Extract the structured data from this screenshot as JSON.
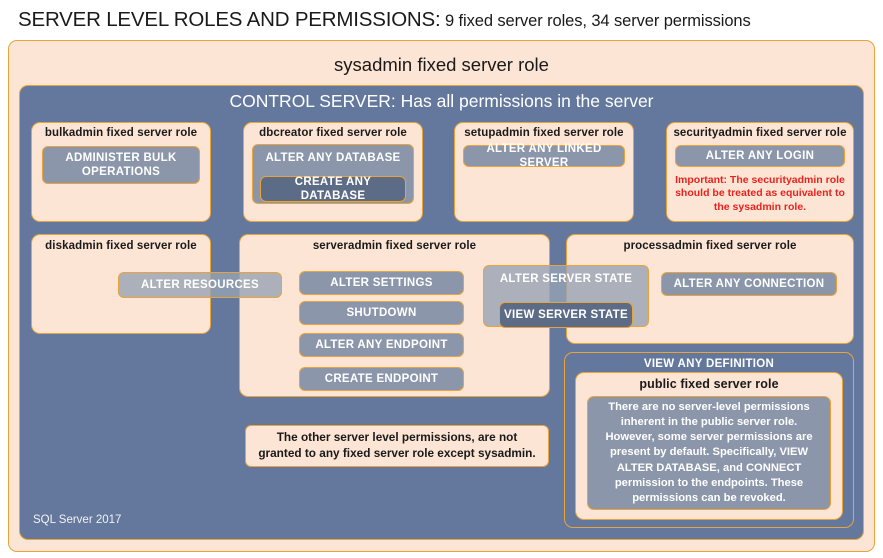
{
  "title": {
    "main": "SERVER LEVEL ROLES AND PERMISSIONS:",
    "sub": " 9 fixed server roles, 34 server permissions"
  },
  "sysadmin": {
    "label": "sysadmin fixed server role"
  },
  "control_server": {
    "label": "CONTROL SERVER: Has all permissions in the server"
  },
  "footer": {
    "text": "SQL Server 2017"
  },
  "roles": {
    "bulkadmin": {
      "label": "bulkadmin fixed server role",
      "permissions": [
        {
          "name": "ADMINISTER  BULK OPERATIONS"
        }
      ]
    },
    "dbcreator": {
      "label": "dbcreator fixed server role",
      "permissions": [
        {
          "name": "ALTER ANY DATABASE"
        },
        {
          "name": "CREATE  ANY DATABASE"
        }
      ]
    },
    "setupadmin": {
      "label": "setupadmin fixed server role",
      "permissions": [
        {
          "name": "ALTER ANY LINKED SERVER"
        }
      ]
    },
    "securityadmin": {
      "label": "securityadmin fixed server role",
      "permissions": [
        {
          "name": "ALTER ANY LOGIN"
        }
      ],
      "warning": "Important:  The securityadmin role should  be treated as equivalent to the  sysadmin role."
    },
    "diskadmin": {
      "label": "diskadmin fixed server role",
      "permissions": [
        {
          "name": "ALTER RESOURCES"
        }
      ]
    },
    "serveradmin": {
      "label": "serveradmin fixed server role",
      "permissions": [
        {
          "name": "ALTER SETTINGS"
        },
        {
          "name": "SHUTDOWN"
        },
        {
          "name": "ALTER ANY ENDPOINT"
        },
        {
          "name": "CREATE  ENDPOINT"
        },
        {
          "name": "ALTER SERVER  STATE"
        },
        {
          "name": "VIEW SERVER  STATE"
        }
      ]
    },
    "processadmin": {
      "label": "processadmin fixed server role",
      "permissions": [
        {
          "name": "ALTER ANY CONNECTION"
        }
      ]
    },
    "public": {
      "view_any_definition": "VIEW ANY DEFINITION",
      "label": "public  fixed server role",
      "body": "There are no server-level permissions inherent in the public server role. However, some server permissions are present by default. Specifically, VIEW ALTER DATABASE, and CONNECT permission to the endpoints. These permissions can be revoked."
    }
  },
  "notes": {
    "other_permissions": "The other server level permissions, are not granted to any fixed server role except sysadmin."
  },
  "colors": {
    "peach": "#fce5d4",
    "blue": "#63789c",
    "permission": "#8b96aa",
    "permission_dark": "#5d6c86",
    "border": "#e8a33d",
    "warning_text": "#e8231f"
  }
}
